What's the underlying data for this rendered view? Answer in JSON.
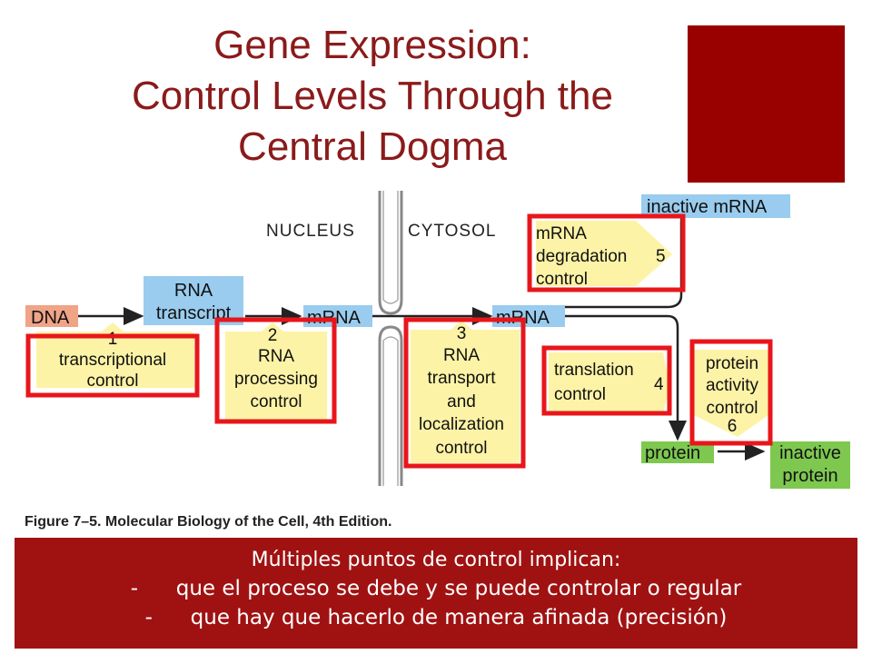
{
  "title": {
    "line1": "Gene Expression:",
    "line2": "Control Levels Through the",
    "line3": "Central Dogma"
  },
  "colors": {
    "title": "#8b1a1a",
    "accent_square": "#990000",
    "bottom_box": "#a01212",
    "highlight_box": "#e8161b",
    "step_bg": "#fdf3a6",
    "blue_label": "#99ccee",
    "dna_label": "#f0a487",
    "green_label": "#7ec850"
  },
  "diagram": {
    "nucleus": "NUCLEUS",
    "cytosol": "CYTOSOL",
    "dna": "DNA",
    "rna_transcript": [
      "RNA",
      "transcript"
    ],
    "mrna_nucleus": "mRNA",
    "mrna_cytosol": "mRNA",
    "inactive_mrna": "inactive mRNA",
    "protein": "protein",
    "inactive_protein": [
      "inactive",
      "protein"
    ],
    "steps": [
      {
        "number": "1",
        "lines": [
          "transcriptional",
          "control"
        ]
      },
      {
        "number": "2",
        "lines": [
          "RNA",
          "processing",
          "control"
        ]
      },
      {
        "number": "3",
        "lines": [
          "RNA",
          "transport",
          "and",
          "localization",
          "control"
        ]
      },
      {
        "number": "4",
        "lines": [
          "translation",
          "control"
        ]
      },
      {
        "number": "5",
        "lines": [
          "mRNA",
          "degradation",
          "control"
        ]
      },
      {
        "number": "6",
        "lines": [
          "protein",
          "activity",
          "control"
        ]
      }
    ]
  },
  "caption": "Figure 7–5. Molecular Biology of the Cell, 4th Edition.",
  "bottom_box": {
    "heading": "Múltiples puntos de control implican:",
    "items": [
      {
        "bullet": "-",
        "text": "que el proceso se debe y se puede controlar o regular"
      },
      {
        "bullet": "-",
        "text": "que hay que hacerlo de manera afinada (precisión)"
      }
    ]
  }
}
